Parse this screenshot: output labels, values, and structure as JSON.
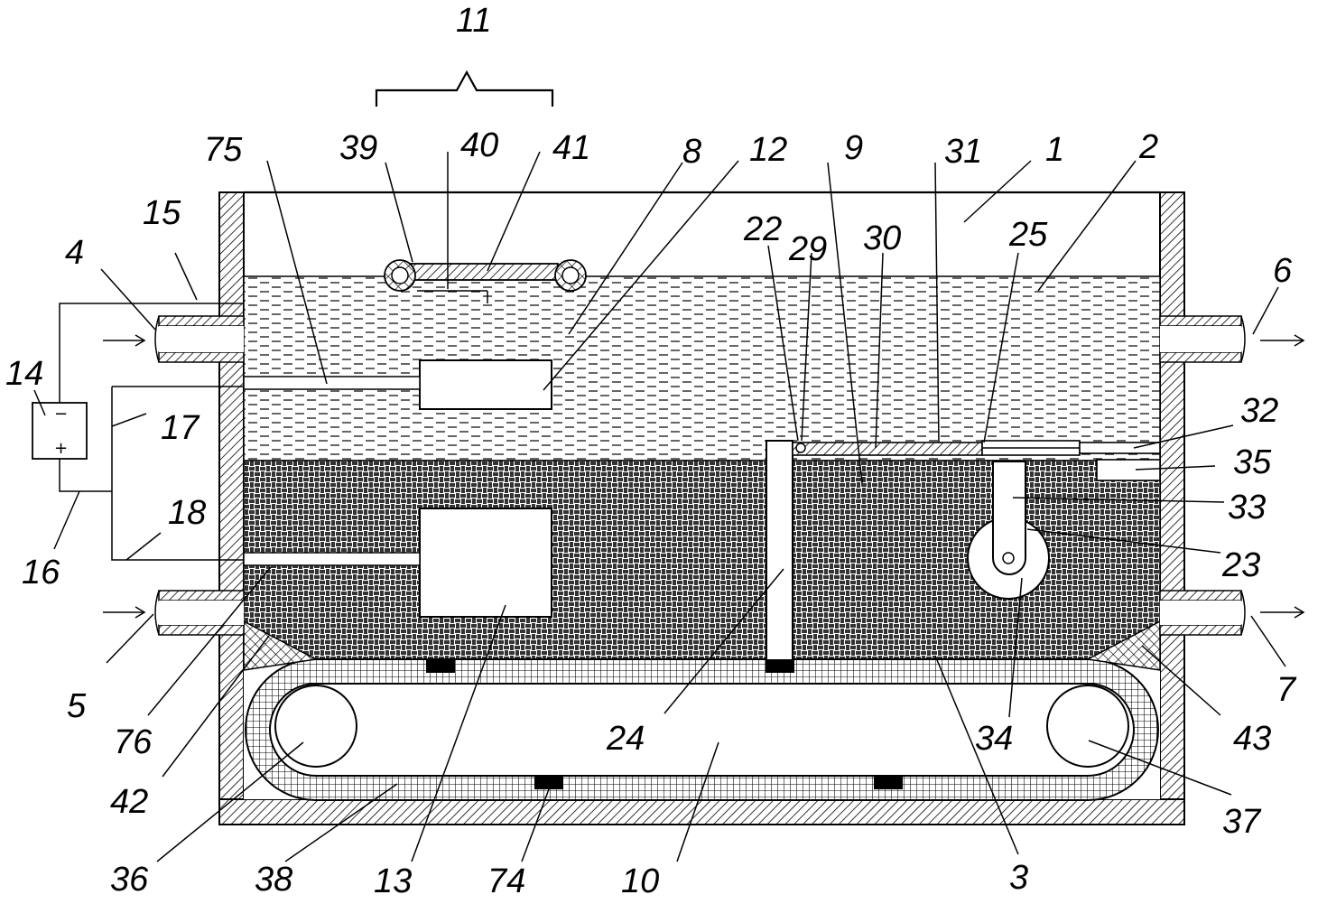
{
  "diagram": {
    "labels": [
      {
        "id": "11",
        "text": "11"
      },
      {
        "id": "39",
        "text": "39"
      },
      {
        "id": "40",
        "text": "40"
      },
      {
        "id": "41",
        "text": "41"
      },
      {
        "id": "75",
        "text": "75"
      },
      {
        "id": "8",
        "text": "8"
      },
      {
        "id": "12",
        "text": "12"
      },
      {
        "id": "9",
        "text": "9"
      },
      {
        "id": "31",
        "text": "31"
      },
      {
        "id": "1",
        "text": "1"
      },
      {
        "id": "2",
        "text": "2"
      },
      {
        "id": "15",
        "text": "15"
      },
      {
        "id": "4",
        "text": "4"
      },
      {
        "id": "22",
        "text": "22"
      },
      {
        "id": "29",
        "text": "29"
      },
      {
        "id": "30",
        "text": "30"
      },
      {
        "id": "25",
        "text": "25"
      },
      {
        "id": "6",
        "text": "6"
      },
      {
        "id": "14",
        "text": "14"
      },
      {
        "id": "32",
        "text": "32"
      },
      {
        "id": "17",
        "text": "17"
      },
      {
        "id": "35",
        "text": "35"
      },
      {
        "id": "33",
        "text": "33"
      },
      {
        "id": "18",
        "text": "18"
      },
      {
        "id": "23",
        "text": "23"
      },
      {
        "id": "16",
        "text": "16"
      },
      {
        "id": "5",
        "text": "5"
      },
      {
        "id": "7",
        "text": "7"
      },
      {
        "id": "76",
        "text": "76"
      },
      {
        "id": "24",
        "text": "24"
      },
      {
        "id": "34",
        "text": "34"
      },
      {
        "id": "43",
        "text": "43"
      },
      {
        "id": "42",
        "text": "42"
      },
      {
        "id": "37",
        "text": "37"
      },
      {
        "id": "36",
        "text": "36"
      },
      {
        "id": "38",
        "text": "38"
      },
      {
        "id": "13",
        "text": "13"
      },
      {
        "id": "74",
        "text": "74"
      },
      {
        "id": "10",
        "text": "10"
      },
      {
        "id": "3",
        "text": "3"
      }
    ],
    "battery": {
      "minus": "−",
      "plus": "+"
    }
  }
}
